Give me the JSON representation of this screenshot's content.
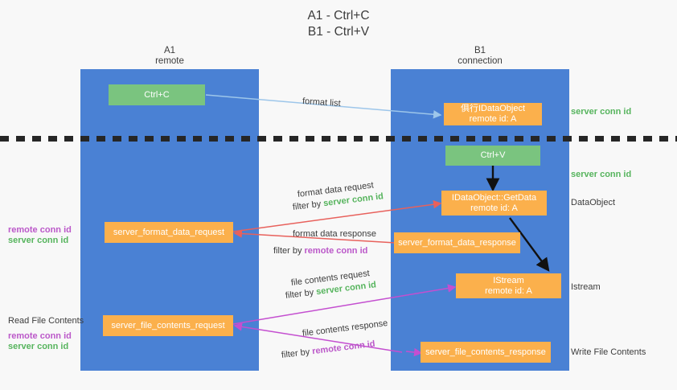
{
  "title": {
    "line1": "A1 - Ctrl+C",
    "line2": "B1 - Ctrl+V"
  },
  "lanes": [
    {
      "id": "a1",
      "name": "A1",
      "sub": "remote"
    },
    {
      "id": "b1",
      "name": "B1",
      "sub": "connection"
    }
  ],
  "boxes": {
    "ctrl_c": {
      "label": "Ctrl+C"
    },
    "ctrl_v": {
      "label": "Ctrl+V"
    },
    "data_object_create": {
      "line1": "俱行IDataObject",
      "line2": "remote id: A"
    },
    "get_data": {
      "line1": "IDataObject::GetData",
      "line2": "remote id: A"
    },
    "istream": {
      "line1": "IStream",
      "line2": "remote id: A"
    },
    "server_format_data_request": {
      "label": "server_format_data_request"
    },
    "server_format_data_response": {
      "label": "server_format_data_response"
    },
    "server_file_contents_request": {
      "label": "server_file_contents_request"
    },
    "server_file_contents_response": {
      "label": "server_file_contents_response"
    }
  },
  "edge_labels": {
    "format_list": "format list",
    "format_data_request": "format data request",
    "format_data_request_filter_prefix": "filter by ",
    "format_data_request_filter_value": "server conn id",
    "format_data_response": "format data response",
    "format_data_response_filter_prefix": "filter by ",
    "format_data_response_filter_value": "remote conn id",
    "file_contents_request": "file contents request",
    "file_contents_request_filter_prefix": "filter by ",
    "file_contents_request_filter_value": "server conn id",
    "file_contents_response": "file contents response",
    "file_contents_response_filter_prefix": "filter by ",
    "file_contents_response_filter_value": "remote conn id"
  },
  "side_labels": {
    "server_conn_id_top": "server conn id",
    "server_conn_id_mid": "server conn id",
    "data_object": "DataObject",
    "istream": "Istream",
    "write_file_contents": "Write File Contents",
    "read_file_contents": "Read File Contents",
    "remote_conn_id_left_mid": "remote conn id",
    "server_conn_id_left_mid": "server conn id",
    "remote_conn_id_left_low": "remote conn id",
    "server_conn_id_left_low": "server conn id"
  },
  "colors": {
    "lane": "#4a81d4",
    "green_box": "#7ac47f",
    "orange_box": "#fbb04c",
    "green_text": "#56b45d",
    "purple_text": "#bb58c9",
    "red_arrow": "#e8615c",
    "magenta_arrow": "#c44fd0",
    "light_blue_arrow": "#9dc6ea",
    "black_arrow": "#111111",
    "background": "#f8f8f8"
  }
}
